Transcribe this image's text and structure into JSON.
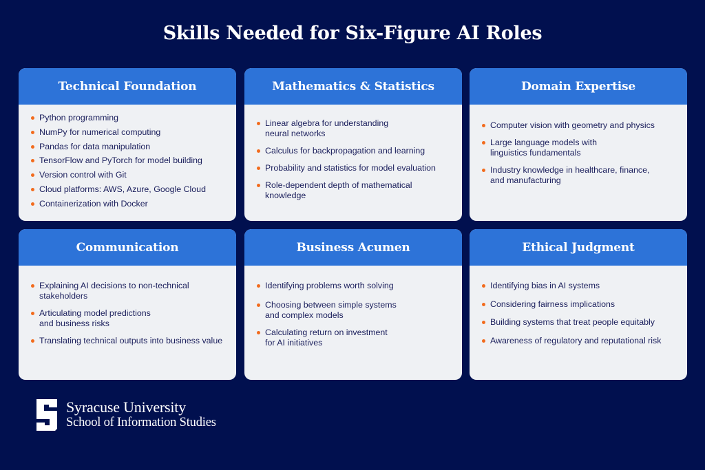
{
  "title": "Skills Needed for Six-Figure AI Roles",
  "colors": {
    "background": "#01104f",
    "card_header": "#2d73d8",
    "card_body": "#eff1f4",
    "bullet": "#f26b1d",
    "text": "#1b1f5c"
  },
  "cards": [
    {
      "heading": "Technical Foundation",
      "items": [
        "Python programming",
        "NumPy for numerical computing",
        "Pandas for data manipulation",
        "TensorFlow and PyTorch for model building",
        "Version control with Git",
        "Cloud platforms: AWS, Azure, Google Cloud",
        "Containerization with Docker"
      ]
    },
    {
      "heading": "Mathematics & Statistics",
      "items": [
        "Linear algebra for understanding neural networks",
        "Calculus for backpropagation and learning",
        "Probability and statistics for model evaluation",
        "Role-dependent depth of mathematical knowledge"
      ]
    },
    {
      "heading": "Domain Expertise",
      "items": [
        "Computer vision with geometry and physics",
        "Large language models with linguistics fundamentals",
        "Industry knowledge in healthcare, finance, and manufacturing"
      ]
    },
    {
      "heading": "Communication",
      "items": [
        "Explaining AI decisions to non-technical stakeholders",
        "Articulating model predictions and business risks",
        "Translating technical outputs into business value"
      ]
    },
    {
      "heading": "Business Acumen",
      "items": [
        "Identifying problems worth solving",
        "Choosing between simple systems and complex models",
        "Calculating return on investment for AI initiatives"
      ]
    },
    {
      "heading": "Ethical Judgment",
      "items": [
        "Identifying bias in AI systems",
        "Considering fairness implications",
        "Building systems that treat people equitably",
        "Awareness of regulatory and reputational risk"
      ]
    }
  ],
  "footer": {
    "logo_icon": "block-s-logo",
    "university": "Syracuse University",
    "school": "School of Information Studies"
  }
}
